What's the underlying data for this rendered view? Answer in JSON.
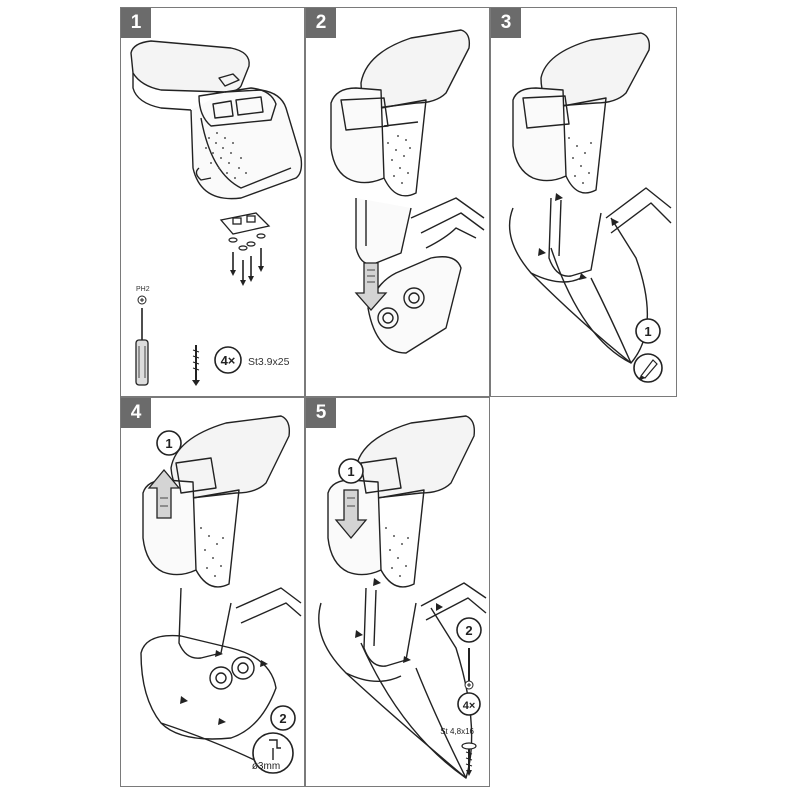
{
  "panels": [
    {
      "number": "1",
      "tool_label": "PH2",
      "quantity": "4×",
      "screw_spec": "St3.9x25"
    },
    {
      "number": "2"
    },
    {
      "number": "3",
      "step": "1"
    },
    {
      "number": "4",
      "step1": "1",
      "step2": "2",
      "drill_size": "ø3mm"
    },
    {
      "number": "5",
      "step1": "1",
      "step2": "2",
      "quantity": "4×",
      "screw_spec": "St 4,8x16"
    }
  ],
  "colors": {
    "border": "#7a7a7a",
    "badge": "#6b6b6b",
    "line": "#222222",
    "arrow_fill": "#d4d4d4"
  }
}
